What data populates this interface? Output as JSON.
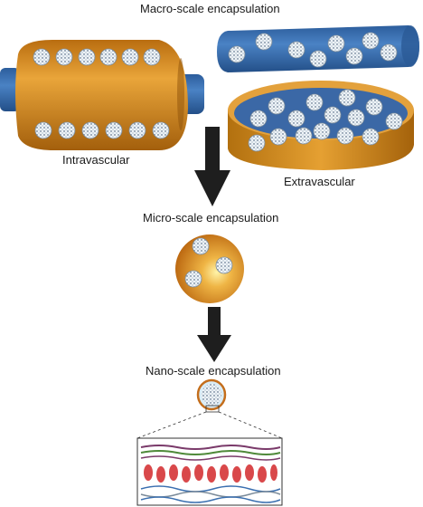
{
  "labels": {
    "macro": "Macro-scale encapsulation",
    "intravascular": "Intravascular",
    "extravascular": "Extravascular",
    "micro": "Micro-scale encapsulation",
    "nano": "Nano-scale encapsulation"
  },
  "colors": {
    "orange": "#d9901e",
    "orange_dark": "#a9650d",
    "blue": "#3a6fb0",
    "blue_dark": "#1f4a80",
    "cell": "#e8eef4",
    "arrow": "#1e1e1e",
    "membrane_red": "#d9484a",
    "membrane_green": "#4f8a3a",
    "membrane_purple": "#7a3a6a"
  },
  "icons": [
    "islet-cell-cluster-icon",
    "down-arrow-icon",
    "membrane-detail-icon"
  ]
}
